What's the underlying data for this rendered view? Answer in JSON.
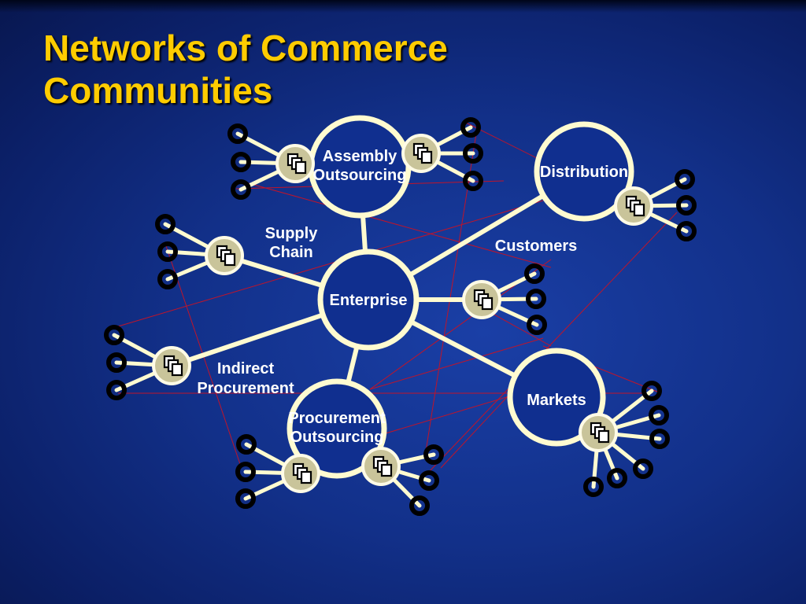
{
  "title_lines": [
    "Networks of Commerce",
    "Communities"
  ],
  "colors": {
    "title": "#ffcc00",
    "hub_fill": "#102f8f",
    "hub_stroke": "#fffbd0",
    "link": "#fffbd0",
    "crossline": "#c0142a",
    "node_fill": "#c9c49a",
    "endpoint": "#000000"
  },
  "hubs": [
    {
      "id": "assembly",
      "lines": [
        "Assembly",
        "Outsourcing"
      ]
    },
    {
      "id": "distribution",
      "lines": [
        "Distribution"
      ]
    },
    {
      "id": "enterprise",
      "lines": [
        "Enterprise"
      ]
    },
    {
      "id": "procurement",
      "lines": [
        "Procurement",
        "Outsourcing"
      ]
    },
    {
      "id": "markets",
      "lines": [
        "Markets"
      ]
    }
  ],
  "connection_labels": [
    {
      "id": "supply-chain",
      "lines": [
        "Supply",
        "Chain"
      ]
    },
    {
      "id": "customers",
      "lines": [
        "Customers"
      ]
    },
    {
      "id": "indirect-procurement",
      "lines": [
        "Indirect",
        "Procurement"
      ]
    }
  ],
  "icons": {
    "node": "document-stack-icon",
    "endpoint": "ring-endpoint-icon"
  }
}
